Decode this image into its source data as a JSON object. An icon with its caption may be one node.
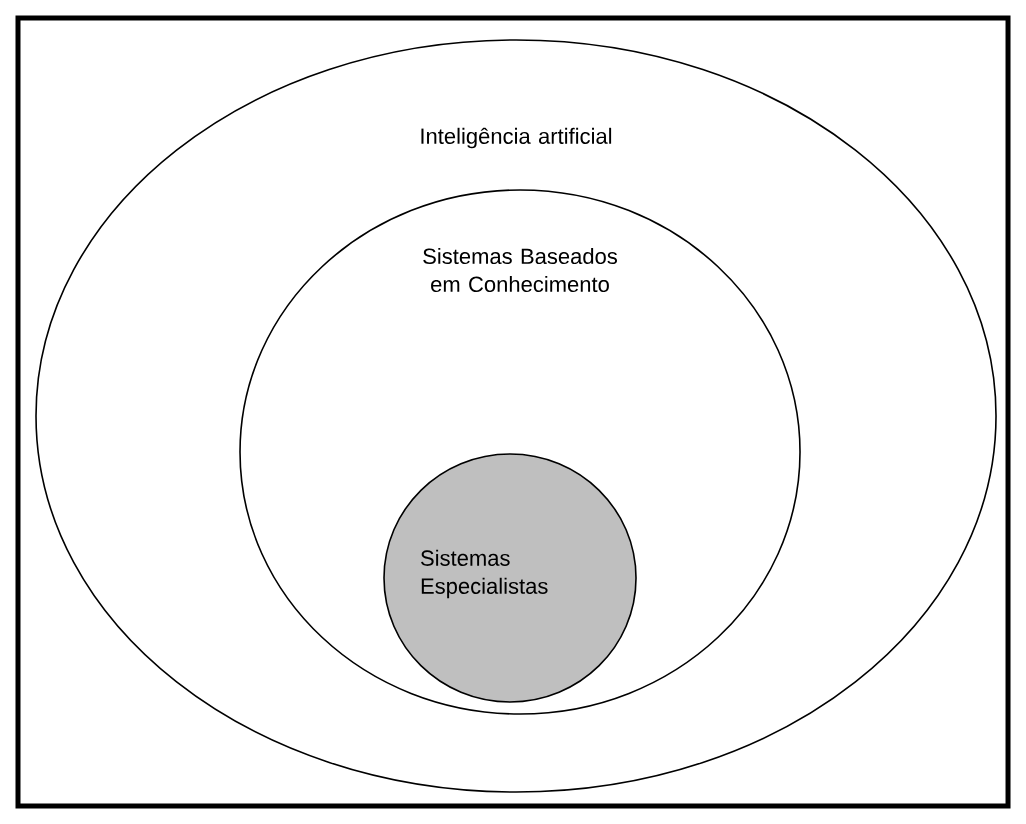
{
  "diagram": {
    "nodes": [
      {
        "text": [
          "Inteligência artificial"
        ]
      },
      {
        "text": [
          "Sistemas Baseados em Conhecimento"
        ],
        "in": 0
      },
      {
        "text": [
          "Sistemas Especialistas"
        ],
        "in": 1
      }
    ]
  }
}
